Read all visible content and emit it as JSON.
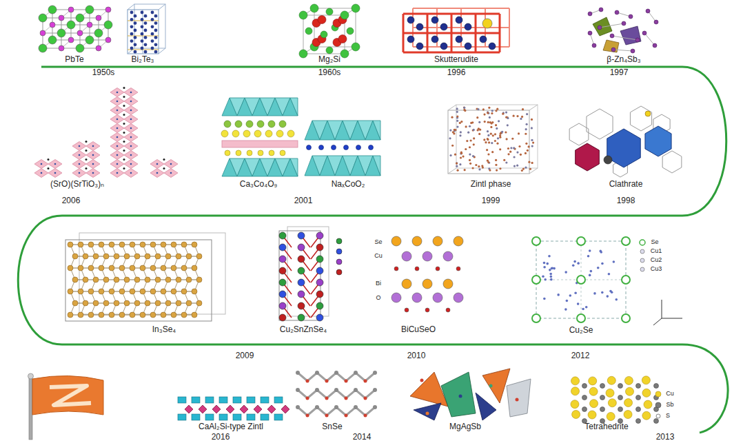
{
  "diagram": {
    "labels": [
      "PbTe",
      "Bi₂Te₃",
      "1950s",
      "Mg₂Si",
      "1960s",
      "Skutterudite",
      "1996",
      "β-Zn₄Sb₃",
      "1997",
      "(SrO)(SrTiO₃)ₙ",
      "2006",
      "Ca₃Co₄O₉",
      "NaₓCoO₂",
      "2001",
      "Zintl phase",
      "1999",
      "Clathrate",
      "1998",
      "In₃Se₄",
      "2009",
      "Cu₂SnZnSe₄",
      "BiCuSeO",
      "2010",
      "Cu₂Se",
      "2012",
      "CaAl₂Si-type Zintl",
      "2016",
      "SnSe",
      "2014",
      "MgAgSb",
      "Tetrahedrite",
      "2013",
      "Se",
      "Cu1",
      "Cu2",
      "Cu3",
      "Cu",
      "Sb",
      "S",
      "Se",
      "Cu",
      "Bi",
      "O"
    ]
  }
}
